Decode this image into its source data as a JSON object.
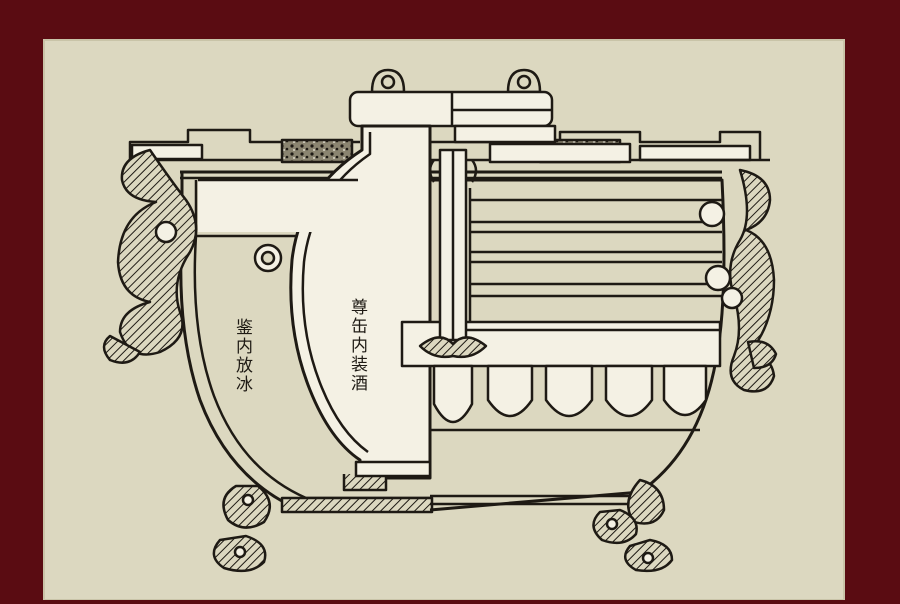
{
  "diagram": {
    "labels": {
      "ice_chamber": "鉴内放冰",
      "wine_vessel": "尊缶内装酒"
    },
    "colors": {
      "wall": "#5a0c12",
      "paper": "#dcd8c0",
      "ink": "#1e1a14",
      "fill_light": "#f4f1e4"
    },
    "description_icons": [
      "bronze-jian-fou-cross-section"
    ]
  }
}
